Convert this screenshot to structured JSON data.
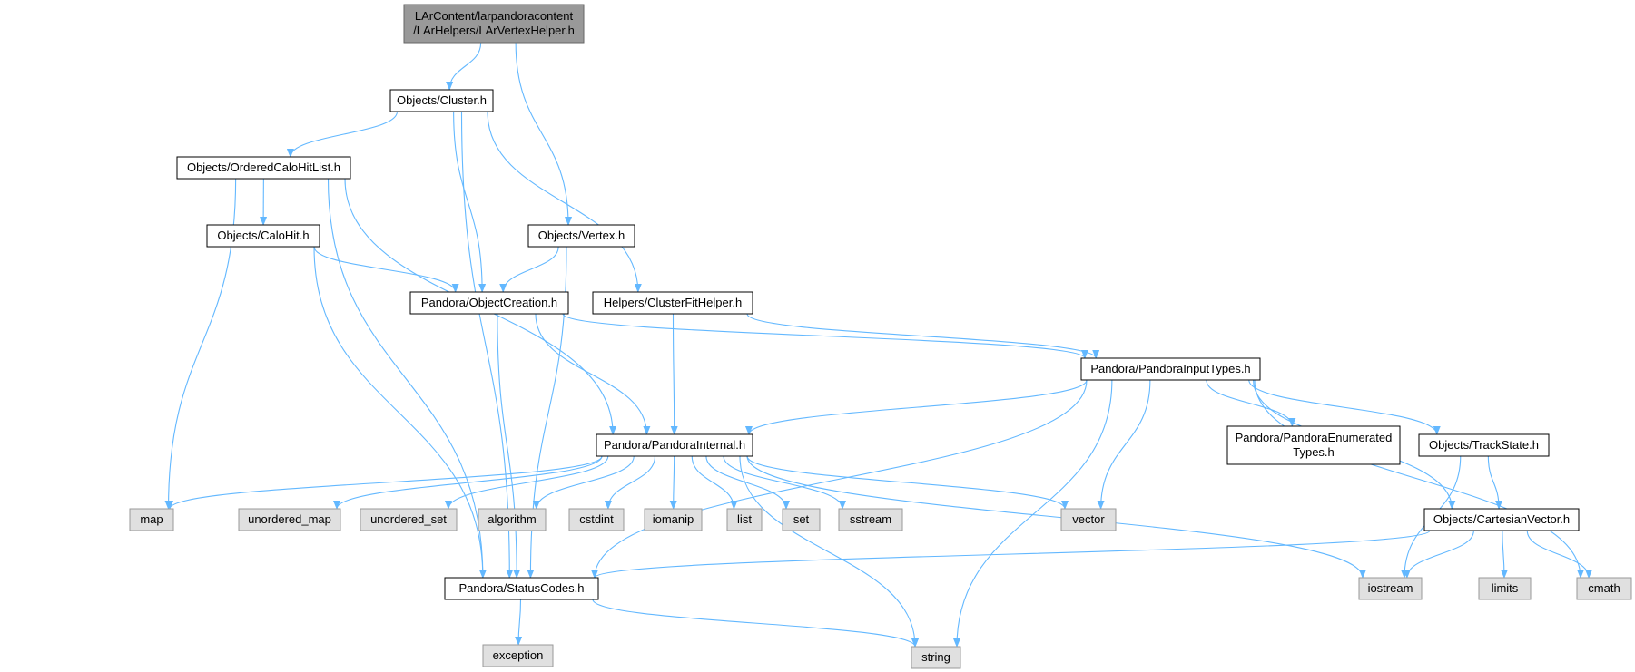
{
  "colors": {
    "edge": "#63b8ff",
    "root_fill": "#999999",
    "node_fill": "#ffffff",
    "node_border": "#000000",
    "external_fill": "#e0e0e0",
    "external_border": "#999999"
  },
  "nodes": [
    {
      "id": "root",
      "lines": [
        "LArContent/larpandoracontent",
        "/LArHelpers/LArVertexHelper.h"
      ],
      "kind": "root"
    },
    {
      "id": "cluster",
      "lines": [
        "Objects/Cluster.h"
      ],
      "kind": "header"
    },
    {
      "id": "ordered",
      "lines": [
        "Objects/OrderedCaloHitList.h"
      ],
      "kind": "header"
    },
    {
      "id": "calohit",
      "lines": [
        "Objects/CaloHit.h"
      ],
      "kind": "header"
    },
    {
      "id": "vertex",
      "lines": [
        "Objects/Vertex.h"
      ],
      "kind": "header"
    },
    {
      "id": "objcreate",
      "lines": [
        "Pandora/ObjectCreation.h"
      ],
      "kind": "header"
    },
    {
      "id": "clusterfit",
      "lines": [
        "Helpers/ClusterFitHelper.h"
      ],
      "kind": "header"
    },
    {
      "id": "inputtypes",
      "lines": [
        "Pandora/PandoraInputTypes.h"
      ],
      "kind": "header"
    },
    {
      "id": "internal",
      "lines": [
        "Pandora/PandoraInternal.h"
      ],
      "kind": "header"
    },
    {
      "id": "enumerated",
      "lines": [
        "Pandora/PandoraEnumerated",
        "Types.h"
      ],
      "kind": "header"
    },
    {
      "id": "trackstate",
      "lines": [
        "Objects/TrackState.h"
      ],
      "kind": "header"
    },
    {
      "id": "cartesian",
      "lines": [
        "Objects/CartesianVector.h"
      ],
      "kind": "header"
    },
    {
      "id": "status",
      "lines": [
        "Pandora/StatusCodes.h"
      ],
      "kind": "header"
    },
    {
      "id": "map",
      "lines": [
        "map"
      ],
      "kind": "external"
    },
    {
      "id": "umap",
      "lines": [
        "unordered_map"
      ],
      "kind": "external"
    },
    {
      "id": "uset",
      "lines": [
        "unordered_set"
      ],
      "kind": "external"
    },
    {
      "id": "algorithm",
      "lines": [
        "algorithm"
      ],
      "kind": "external"
    },
    {
      "id": "cstdint",
      "lines": [
        "cstdint"
      ],
      "kind": "external"
    },
    {
      "id": "iomanip",
      "lines": [
        "iomanip"
      ],
      "kind": "external"
    },
    {
      "id": "list",
      "lines": [
        "list"
      ],
      "kind": "external"
    },
    {
      "id": "set",
      "lines": [
        "set"
      ],
      "kind": "external"
    },
    {
      "id": "sstream",
      "lines": [
        "sstream"
      ],
      "kind": "external"
    },
    {
      "id": "vector",
      "lines": [
        "vector"
      ],
      "kind": "external"
    },
    {
      "id": "iostream",
      "lines": [
        "iostream"
      ],
      "kind": "external"
    },
    {
      "id": "limits",
      "lines": [
        "limits"
      ],
      "kind": "external"
    },
    {
      "id": "cmath",
      "lines": [
        "cmath"
      ],
      "kind": "external"
    },
    {
      "id": "exception",
      "lines": [
        "exception"
      ],
      "kind": "external"
    },
    {
      "id": "string",
      "lines": [
        "string"
      ],
      "kind": "external"
    }
  ],
  "edges": [
    [
      "root",
      "cluster"
    ],
    [
      "root",
      "vertex"
    ],
    [
      "cluster",
      "ordered"
    ],
    [
      "cluster",
      "objcreate"
    ],
    [
      "cluster",
      "clusterfit"
    ],
    [
      "cluster",
      "status"
    ],
    [
      "ordered",
      "calohit"
    ],
    [
      "ordered",
      "map"
    ],
    [
      "ordered",
      "internal"
    ],
    [
      "ordered",
      "status"
    ],
    [
      "calohit",
      "objcreate"
    ],
    [
      "calohit",
      "status"
    ],
    [
      "vertex",
      "objcreate"
    ],
    [
      "vertex",
      "status"
    ],
    [
      "objcreate",
      "inputtypes"
    ],
    [
      "objcreate",
      "internal"
    ],
    [
      "objcreate",
      "status"
    ],
    [
      "clusterfit",
      "inputtypes"
    ],
    [
      "clusterfit",
      "internal"
    ],
    [
      "inputtypes",
      "internal"
    ],
    [
      "inputtypes",
      "enumerated"
    ],
    [
      "inputtypes",
      "trackstate"
    ],
    [
      "inputtypes",
      "cartesian"
    ],
    [
      "inputtypes",
      "vector"
    ],
    [
      "inputtypes",
      "status"
    ],
    [
      "inputtypes",
      "string"
    ],
    [
      "inputtypes",
      "cmath"
    ],
    [
      "internal",
      "map"
    ],
    [
      "internal",
      "umap"
    ],
    [
      "internal",
      "uset"
    ],
    [
      "internal",
      "algorithm"
    ],
    [
      "internal",
      "cstdint"
    ],
    [
      "internal",
      "iomanip"
    ],
    [
      "internal",
      "list"
    ],
    [
      "internal",
      "set"
    ],
    [
      "internal",
      "sstream"
    ],
    [
      "internal",
      "vector"
    ],
    [
      "internal",
      "iostream"
    ],
    [
      "internal",
      "string"
    ],
    [
      "trackstate",
      "cartesian"
    ],
    [
      "trackstate",
      "iostream"
    ],
    [
      "cartesian",
      "iostream"
    ],
    [
      "cartesian",
      "limits"
    ],
    [
      "cartesian",
      "cmath"
    ],
    [
      "cartesian",
      "status"
    ],
    [
      "status",
      "exception"
    ],
    [
      "status",
      "string"
    ]
  ]
}
